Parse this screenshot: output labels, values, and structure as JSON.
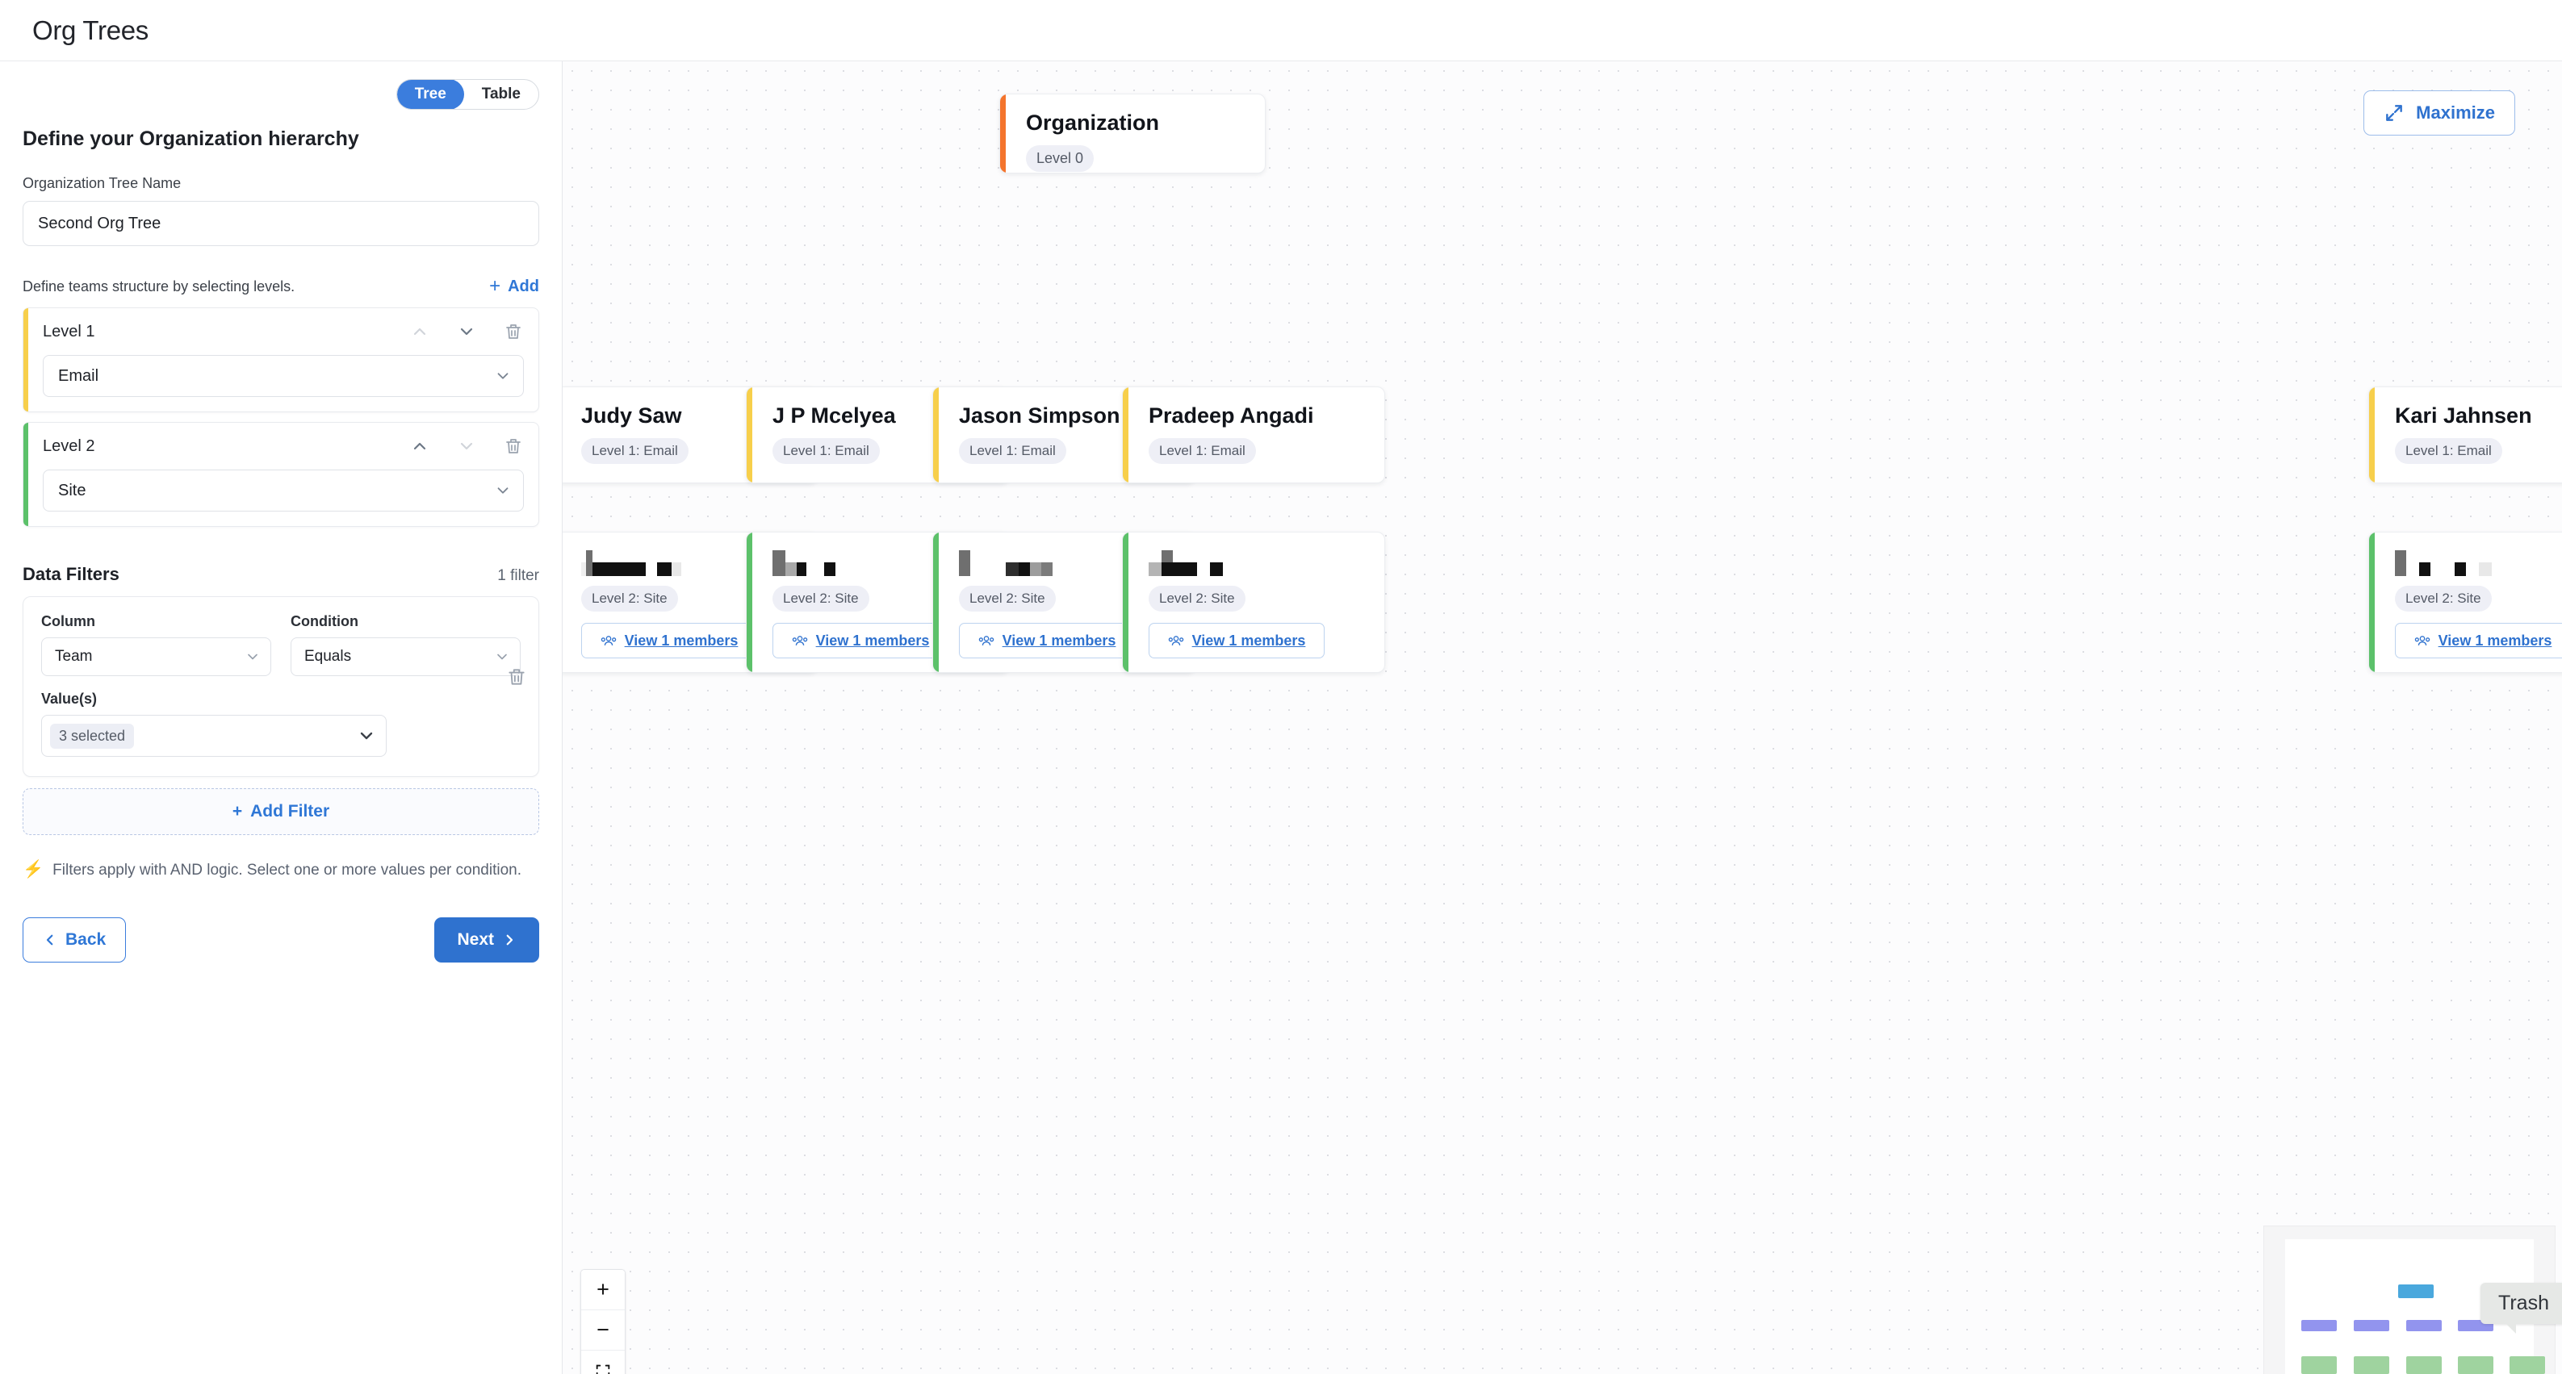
{
  "app": {
    "title": "Org Trees"
  },
  "sidebar": {
    "view_toggle": {
      "options": [
        "Tree",
        "Table"
      ],
      "selected": "Tree"
    },
    "section_title": "Define your Organization hierarchy",
    "tree_name_label": "Organization Tree Name",
    "tree_name_value": "Second Org Tree",
    "tree_name_placeholder": "Organization Tree Name",
    "levels_hint": "Define teams structure by selecting levels.",
    "add_label": "Add",
    "levels": [
      {
        "name": "Level 1",
        "field": "Email",
        "accent": "#f7cf4b",
        "up_enabled": false,
        "down_enabled": true
      },
      {
        "name": "Level 2",
        "field": "Site",
        "accent": "#5cc16a",
        "up_enabled": true,
        "down_enabled": false
      }
    ],
    "filters": {
      "title": "Data Filters",
      "count_label": "1 filter",
      "column_label": "Column",
      "condition_label": "Condition",
      "values_label": "Value(s)",
      "rows": [
        {
          "column": "Team",
          "condition": "Equals",
          "values_chip": "3 selected"
        }
      ],
      "add_filter_label": "Add Filter",
      "note": "Filters apply with AND logic. Select one or more values per condition."
    },
    "nav": {
      "back_label": "Back",
      "next_label": "Next"
    }
  },
  "canvas": {
    "maximize_label": "Maximize",
    "zoom_controls": {
      "zoom_in": "+",
      "zoom_out": "−",
      "fit_view": "fit-view"
    },
    "trash_tooltip": "Trash",
    "members_button_label": "View 1 members",
    "root": {
      "title": "Organization",
      "badge": "Level 0"
    },
    "level1": [
      {
        "title": "Judy Saw",
        "badge": "Level 1: Email"
      },
      {
        "title": "J P Mcelyea",
        "badge": "Level 1: Email"
      },
      {
        "title": "Jason Simpson",
        "badge": "Level 1: Email"
      },
      {
        "title": "Pradeep Angadi",
        "badge": "Level 1: Email"
      },
      {
        "title": "Kari Jahnsen",
        "badge": "Level 1: Email"
      }
    ],
    "level2": [
      {
        "title_redacted": true,
        "badge": "Level 2: Site",
        "members": "View 1 members"
      },
      {
        "title_redacted": true,
        "badge": "Level 2: Site",
        "members": "View 1 members"
      },
      {
        "title_redacted": true,
        "badge": "Level 2: Site",
        "members": "View 1 members"
      },
      {
        "title_redacted": true,
        "badge": "Level 2: Site",
        "members": "View 1 members"
      },
      {
        "title_redacted": true,
        "badge": "Level 2: Site",
        "members": "View 1 members"
      }
    ],
    "colors": {
      "root_accent": "#f4742c",
      "level1_accent": "#f7cf4b",
      "level2_accent": "#5cc16a",
      "primary": "#2f72cf",
      "minimap_root": "#4aa8dd",
      "minimap_level1": "#9294ee",
      "minimap_level2": "#9fd39f"
    }
  }
}
